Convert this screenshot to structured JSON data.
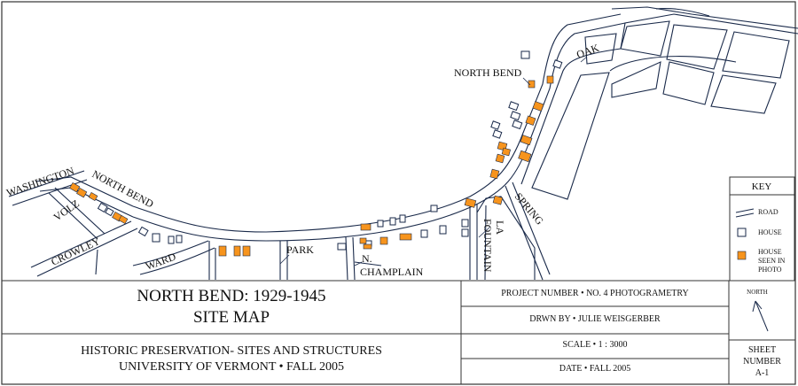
{
  "street_labels": {
    "washington": "WASHINGTON",
    "north_bend_west": "NORTH BEND",
    "volz": "VOLZ",
    "crowley": "CROWLEY",
    "ward": "WARD",
    "park": "PARK",
    "n_champlain_1": "N.",
    "n_champlain_2": "CHAMPLAIN",
    "la": "LA",
    "fountain": "FOUNTAIN",
    "spring": "SPRING",
    "north_bend_east": "NORTH BEND",
    "oak": "OAK"
  },
  "key": {
    "title": "KEY",
    "road": "ROAD",
    "house": "HOUSE",
    "house_photo_1": "HOUSE",
    "house_photo_2": "SEEN IN",
    "house_photo_3": "PHOTO"
  },
  "title_block": {
    "title_line1": "NORTH BEND: 1929-1945",
    "title_line2": "SITE MAP",
    "subtitle_line1": "HISTORIC PRESERVATION- SITES AND STRUCTURES",
    "subtitle_line2": "UNIVERSITY OF VERMONT • FALL 2005",
    "project_number": "PROJECT NUMBER • NO. 4 PHOTOGRAMETRY",
    "drawn_by": "DRWN BY • JULIE WEISGERBER",
    "scale": "SCALE • 1 : 3000",
    "date": "DATE • FALL 2005",
    "north": "NORTH",
    "sheet_1": "SHEET",
    "sheet_2": "NUMBER",
    "sheet_3": "A-1"
  },
  "colors": {
    "photo_house": "#f7941d",
    "ink": "#1a2a4a"
  }
}
